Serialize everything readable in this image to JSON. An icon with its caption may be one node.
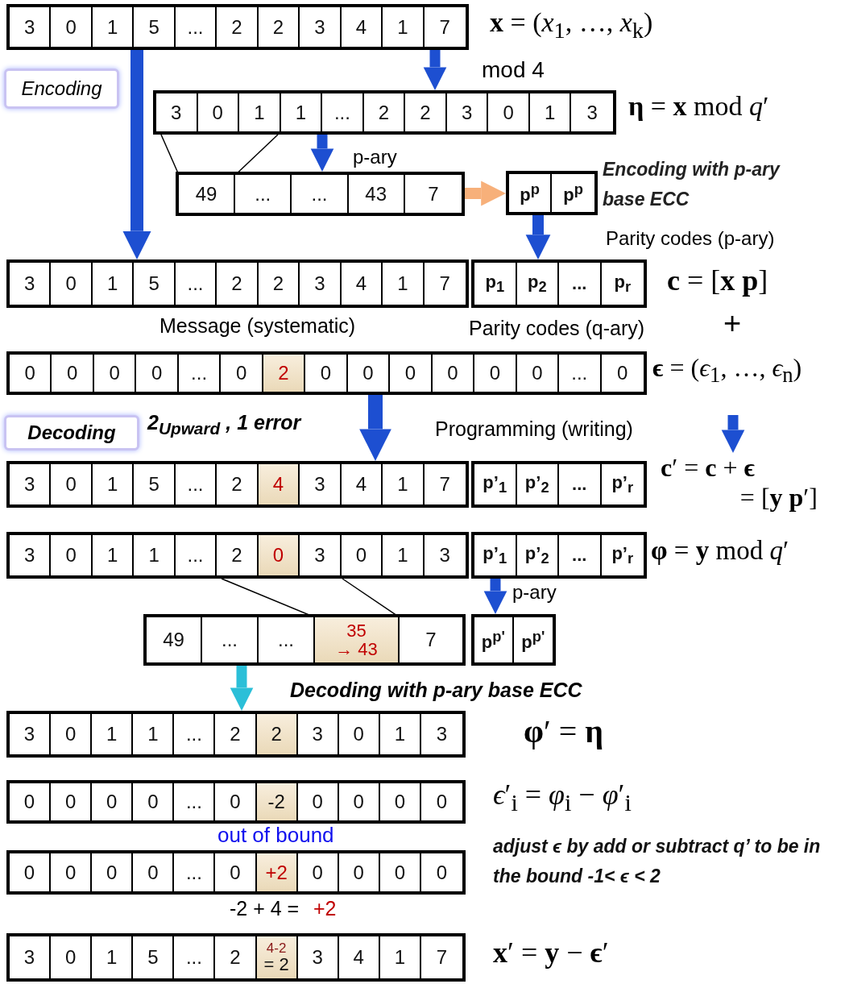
{
  "diagram": {
    "nodes": [
      {
        "text": [],
        "shape": "box"
      },
      {
        "text": [
          "3"
        ],
        "in": 0
      },
      {
        "text": [
          "0"
        ],
        "in": 0
      },
      {
        "text": [
          "1"
        ],
        "in": 0
      },
      {
        "text": [
          "5"
        ],
        "in": 0
      },
      {
        "text": [
          "..."
        ],
        "in": 0
      },
      {
        "text": [
          "2"
        ],
        "in": 0
      },
      {
        "text": [
          "2"
        ],
        "in": 0
      },
      {
        "text": [
          "3"
        ],
        "in": 0
      },
      {
        "text": [
          "4"
        ],
        "in": 0
      },
      {
        "text": [
          "1"
        ],
        "in": 0
      },
      {
        "text": [
          "7"
        ],
        "in": 0
      },
      {
        "text": [
          "Encoding"
        ]
      },
      {
        "text": [],
        "shape": "box"
      },
      {
        "text": [
          "3"
        ],
        "in": 13
      },
      {
        "text": [
          "0"
        ],
        "in": 13
      },
      {
        "text": [
          "1"
        ],
        "in": 13
      },
      {
        "text": [
          "1"
        ],
        "in": 13
      },
      {
        "text": [
          "..."
        ],
        "in": 13
      },
      {
        "text": [
          "2"
        ],
        "in": 13
      },
      {
        "text": [
          "2"
        ],
        "in": 13
      },
      {
        "text": [
          "3"
        ],
        "in": 13
      },
      {
        "text": [
          "0"
        ],
        "in": 13
      },
      {
        "text": [
          "1"
        ],
        "in": 13
      },
      {
        "text": [
          "3"
        ],
        "in": 13
      },
      {
        "text": [],
        "shape": "box"
      },
      {
        "text": [
          "49"
        ],
        "in": 25
      },
      {
        "text": [
          "..."
        ],
        "in": 25
      },
      {
        "text": [
          "..."
        ],
        "in": 25
      },
      {
        "text": [
          "43"
        ],
        "in": 25
      },
      {
        "text": [
          "7"
        ],
        "in": 25
      },
      {
        "text": [],
        "shape": "box"
      },
      {
        "text": [
          "p$^{p}$"
        ],
        "in": 31
      },
      {
        "text": [
          "p$^{p}$"
        ],
        "in": 31
      },
      {
        "text": [],
        "shape": "box"
      },
      {
        "text": [
          "3"
        ],
        "in": 34
      },
      {
        "text": [
          "0"
        ],
        "in": 34
      },
      {
        "text": [
          "1"
        ],
        "in": 34
      },
      {
        "text": [
          "5"
        ],
        "in": 34
      },
      {
        "text": [
          "..."
        ],
        "in": 34
      },
      {
        "text": [
          "2"
        ],
        "in": 34
      },
      {
        "text": [
          "2"
        ],
        "in": 34
      },
      {
        "text": [
          "3"
        ],
        "in": 34
      },
      {
        "text": [
          "4"
        ],
        "in": 34
      },
      {
        "text": [
          "1"
        ],
        "in": 34
      },
      {
        "text": [
          "7"
        ],
        "in": 34
      },
      {
        "text": [],
        "shape": "box"
      },
      {
        "text": [
          "p$_{1}$"
        ],
        "in": 46
      },
      {
        "text": [
          "p$_{2}$"
        ],
        "in": 46
      },
      {
        "text": [
          "..."
        ],
        "in": 46
      },
      {
        "text": [
          "p$_{r}$"
        ],
        "in": 46
      },
      {
        "text": [],
        "shape": "box"
      },
      {
        "text": [
          "0"
        ],
        "in": 51
      },
      {
        "text": [
          "0"
        ],
        "in": 51
      },
      {
        "text": [
          "0"
        ],
        "in": 51
      },
      {
        "text": [
          "0"
        ],
        "in": 51
      },
      {
        "text": [
          "..."
        ],
        "in": 51
      },
      {
        "text": [
          "0"
        ],
        "in": 51
      },
      {
        "text": [
          "2"
        ],
        "in": 51
      },
      {
        "text": [
          "0"
        ],
        "in": 51
      },
      {
        "text": [
          "0"
        ],
        "in": 51
      },
      {
        "text": [
          "0"
        ],
        "in": 51
      },
      {
        "text": [
          "0"
        ],
        "in": 51
      },
      {
        "text": [
          "0"
        ],
        "in": 51
      },
      {
        "text": [
          "0"
        ],
        "in": 51
      },
      {
        "text": [
          "..."
        ],
        "in": 51
      },
      {
        "text": [
          "0"
        ],
        "in": 51
      },
      {
        "text": [
          "Decoding"
        ]
      },
      {
        "text": [],
        "shape": "box"
      },
      {
        "text": [
          "3"
        ],
        "in": 68
      },
      {
        "text": [
          "0"
        ],
        "in": 68
      },
      {
        "text": [
          "1"
        ],
        "in": 68
      },
      {
        "text": [
          "5"
        ],
        "in": 68
      },
      {
        "text": [
          "..."
        ],
        "in": 68
      },
      {
        "text": [
          "2"
        ],
        "in": 68
      },
      {
        "text": [
          "4"
        ],
        "in": 68
      },
      {
        "text": [
          "3"
        ],
        "in": 68
      },
      {
        "text": [
          "4"
        ],
        "in": 68
      },
      {
        "text": [
          "1"
        ],
        "in": 68
      },
      {
        "text": [
          "7"
        ],
        "in": 68
      },
      {
        "text": [],
        "shape": "box"
      },
      {
        "text": [
          "p’$_{1}$"
        ],
        "in": 80
      },
      {
        "text": [
          "p’$_{2}$"
        ],
        "in": 80
      },
      {
        "text": [
          "..."
        ],
        "in": 80
      },
      {
        "text": [
          "p’$_{r}$"
        ],
        "in": 80
      },
      {
        "text": [
          "**c**′ = **c** + **ϵ**",
          "= [**y** **p**′]"
        ]
      },
      {
        "text": [],
        "shape": "box"
      },
      {
        "text": [
          "3"
        ],
        "in": 86
      },
      {
        "text": [
          "0"
        ],
        "in": 86
      },
      {
        "text": [
          "1"
        ],
        "in": 86
      },
      {
        "text": [
          "1"
        ],
        "in": 86
      },
      {
        "text": [
          "..."
        ],
        "in": 86
      },
      {
        "text": [
          "2"
        ],
        "in": 86
      },
      {
        "text": [
          "0"
        ],
        "in": 86
      },
      {
        "text": [
          "3"
        ],
        "in": 86
      },
      {
        "text": [
          "0"
        ],
        "in": 86
      },
      {
        "text": [
          "1"
        ],
        "in": 86
      },
      {
        "text": [
          "3"
        ],
        "in": 86
      },
      {
        "text": [],
        "shape": "box"
      },
      {
        "text": [
          "p’$_{1}$"
        ],
        "in": 98
      },
      {
        "text": [
          "p’$_{2}$"
        ],
        "in": 98
      },
      {
        "text": [
          "..."
        ],
        "in": 98
      },
      {
        "text": [
          "p’$_{r}$"
        ],
        "in": 98
      },
      {
        "text": [],
        "shape": "box"
      },
      {
        "text": [
          "49"
        ],
        "in": 103
      },
      {
        "text": [
          "..."
        ],
        "in": 103
      },
      {
        "text": [
          "..."
        ],
        "in": 103
      },
      {
        "text": [
          "35",
          "→ 43"
        ],
        "in": 103
      },
      {
        "text": [
          "7"
        ],
        "in": 103
      },
      {
        "text": [],
        "shape": "box"
      },
      {
        "text": [
          "p$^{p'}$"
        ],
        "in": 109
      },
      {
        "text": [
          "p$^{p'}$"
        ],
        "in": 109
      },
      {
        "text": [],
        "shape": "box"
      },
      {
        "text": [
          "3"
        ],
        "in": 112
      },
      {
        "text": [
          "0"
        ],
        "in": 112
      },
      {
        "text": [
          "1"
        ],
        "in": 112
      },
      {
        "text": [
          "1"
        ],
        "in": 112
      },
      {
        "text": [
          "..."
        ],
        "in": 112
      },
      {
        "text": [
          "2"
        ],
        "in": 112
      },
      {
        "text": [
          "2"
        ],
        "in": 112
      },
      {
        "text": [
          "3"
        ],
        "in": 112
      },
      {
        "text": [
          "0"
        ],
        "in": 112
      },
      {
        "text": [
          "1"
        ],
        "in": 112
      },
      {
        "text": [
          "3"
        ],
        "in": 112
      },
      {
        "text": [],
        "shape": "box"
      },
      {
        "text": [
          "0"
        ],
        "in": 124
      },
      {
        "text": [
          "0"
        ],
        "in": 124
      },
      {
        "text": [
          "0"
        ],
        "in": 124
      },
      {
        "text": [
          "0"
        ],
        "in": 124
      },
      {
        "text": [
          "..."
        ],
        "in": 124
      },
      {
        "text": [
          "0"
        ],
        "in": 124
      },
      {
        "text": [
          "-2"
        ],
        "in": 124
      },
      {
        "text": [
          "0"
        ],
        "in": 124
      },
      {
        "text": [
          "0"
        ],
        "in": 124
      },
      {
        "text": [
          "0"
        ],
        "in": 124
      },
      {
        "text": [
          "0"
        ],
        "in": 124
      },
      {
        "text": [],
        "shape": "box"
      },
      {
        "text": [
          "0"
        ],
        "in": 136
      },
      {
        "text": [
          "0"
        ],
        "in": 136
      },
      {
        "text": [
          "0"
        ],
        "in": 136
      },
      {
        "text": [
          "0"
        ],
        "in": 136
      },
      {
        "text": [
          "..."
        ],
        "in": 136
      },
      {
        "text": [
          "0"
        ],
        "in": 136
      },
      {
        "text": [
          "+2"
        ],
        "in": 136
      },
      {
        "text": [
          "0"
        ],
        "in": 136
      },
      {
        "text": [
          "0"
        ],
        "in": 136
      },
      {
        "text": [
          "0"
        ],
        "in": 136
      },
      {
        "text": [
          "0"
        ],
        "in": 136
      },
      {
        "text": [],
        "shape": "box"
      },
      {
        "text": [
          "3"
        ],
        "in": 148
      },
      {
        "text": [
          "0"
        ],
        "in": 148
      },
      {
        "text": [
          "1"
        ],
        "in": 148
      },
      {
        "text": [
          "5"
        ],
        "in": 148
      },
      {
        "text": [
          "..."
        ],
        "in": 148
      },
      {
        "text": [
          "2"
        ],
        "in": 148
      },
      {
        "text": [
          "4-2",
          "= 2"
        ],
        "in": 148
      },
      {
        "text": [
          "3"
        ],
        "in": 148
      },
      {
        "text": [
          "4"
        ],
        "in": 148
      },
      {
        "text": [
          "1"
        ],
        "in": 148
      },
      {
        "text": [
          "7"
        ],
        "in": 148
      }
    ],
    "edges": [
      {
        "from": 0,
        "to": 34,
        "arrow": "to"
      },
      {
        "from": 0,
        "to": 13,
        "arrow": "to",
        "label": "mod 4"
      },
      {
        "from": 13,
        "to": 26,
        "arrow": "none",
        "color": "#000000"
      },
      {
        "from": 13,
        "to": 26,
        "arrow": "none",
        "color": "#000000"
      },
      {
        "from": 13,
        "to": 25,
        "arrow": "to",
        "label": "p-ary"
      },
      {
        "from": 25,
        "to": 31,
        "arrow": "to",
        "color": "#f7b07a"
      },
      {
        "from": 31,
        "to": 46,
        "arrow": "to"
      },
      {
        "from": 51,
        "to": 68,
        "arrow": "to"
      },
      {
        "from": null,
        "to": 85,
        "arrow": "to"
      },
      {
        "from": 86,
        "to": 107,
        "arrow": "none",
        "color": "#000000"
      },
      {
        "from": 86,
        "to": 107,
        "arrow": "none",
        "color": "#000000"
      },
      {
        "from": 98,
        "to": 109,
        "arrow": "to",
        "label": "p-ary"
      },
      {
        "from": 103,
        "to": 112,
        "arrow": "to",
        "color": "#2bbfd8",
        "label": "Decoding with p-ary base ECC"
      }
    ],
    "labels": [
      "**x** = (*x*$_{1}$, …, *x*$_{k}$)",
      "**η** = **x** mod *q*′",
      "Encoding with p-ary base ECC",
      "Parity codes (p-ary)",
      "**c** = [**x** **p**]",
      "Message (systematic)",
      "Parity codes (q-ary)",
      "+",
      "**ϵ** = (*ϵ*$_{1}$, …, *ϵ*$_{n}$)",
      "2$_{Upward}$ , 1 error",
      "Programming (writing)",
      "**φ** = **y** mod *q*′",
      "**φ**′ = **η**",
      "*ϵ*′$_{i}$ = *φ*$_{i}$ − *φ*′$_{i}$",
      "out of bound",
      "adjust ϵ by add or subtract q’ to be in the bound -1< ϵ < 2",
      "-2 + 4 =",
      "+2",
      "**x**′ = **y** − **ϵ**′"
    ]
  }
}
